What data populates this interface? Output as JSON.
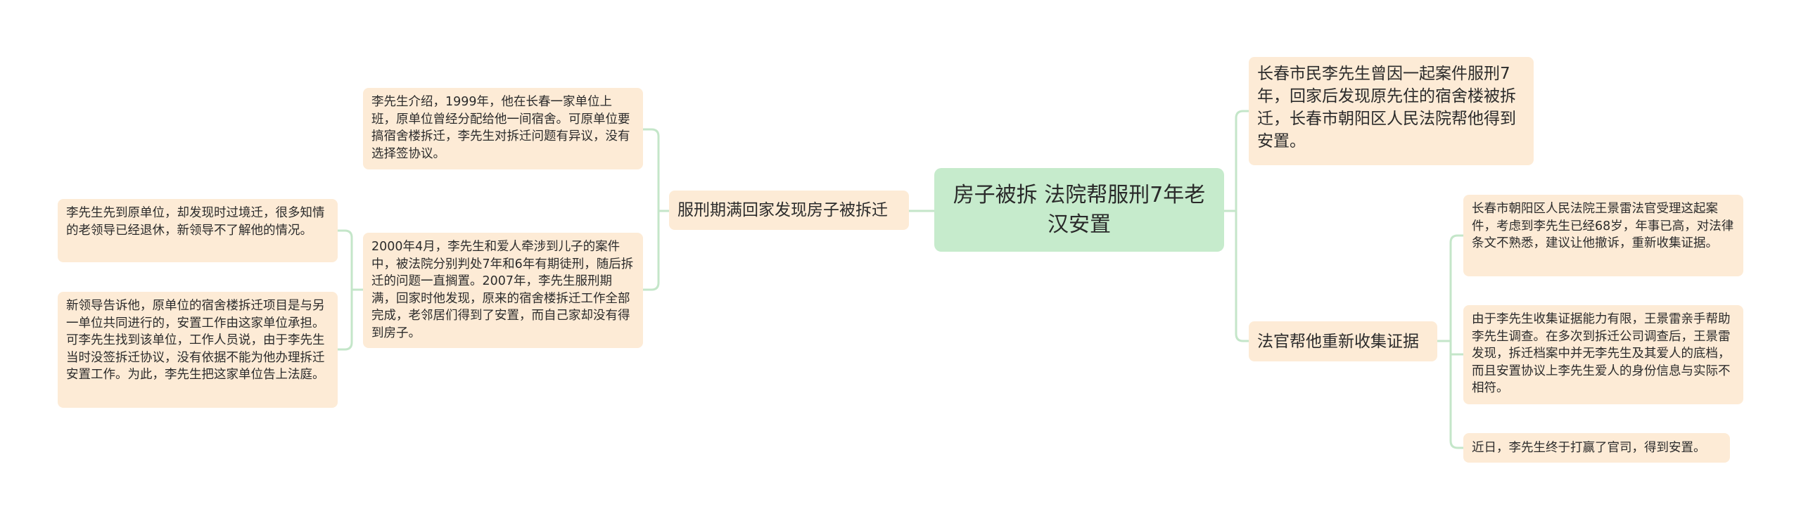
{
  "root": {
    "label": "房子被拆 法院帮服刑7年老汉安置"
  },
  "colors": {
    "root_fill": "#c6ebcc",
    "node_fill": "#fdebd6",
    "connector": "#c4e6c9"
  },
  "left": {
    "branch": {
      "label": "服刑期满回家发现房子被拆迁",
      "children": [
        {
          "text": "李先生介绍，1999年，他在长春一家单位上班，原单位曾经分配给他一间宿舍。可原单位要搞宿舍楼拆迁，李先生对拆迁问题有异议，没有选择签协议。"
        },
        {
          "text": "2000年4月，李先生和爱人牵涉到儿子的案件中，被法院分别判处7年和6年有期徒刑，随后拆迁的问题一直搁置。2007年，李先生服刑期满，回家时他发现，原来的宿舍楼拆迁工作全部完成，老邻居们得到了安置，而自己家却没有得到房子。",
          "children": [
            {
              "text": "李先生先到原单位，却发现时过境迁，很多知情的老领导已经退休，新领导不了解他的情况。"
            },
            {
              "text": "新领导告诉他，原单位的宿舍楼拆迁项目是与另一单位共同进行的，安置工作由这家单位承担。可李先生找到该单位，工作人员说，由于李先生当时没签拆迁协议，没有依据不能为他办理拆迁安置工作。为此，李先生把这家单位告上法庭。"
            }
          ]
        }
      ]
    }
  },
  "right": {
    "summary": {
      "text": "长春市民李先生曾因一起案件服刑7年，回家后发现原先住的宿舍楼被拆迁，长春市朝阳区人民法院帮他得到安置。"
    },
    "branch": {
      "label": "法官帮他重新收集证据",
      "children": [
        {
          "text": "长春市朝阳区人民法院王景雷法官受理这起案件，考虑到李先生已经68岁，年事已高，对法律条文不熟悉，建议让他撤诉，重新收集证据。"
        },
        {
          "text": "由于李先生收集证据能力有限，王景雷亲手帮助李先生调查。在多次到拆迁公司调查后，王景雷发现，拆迁档案中并无李先生及其爱人的底档，而且安置协议上李先生爱人的身份信息与实际不相符。"
        },
        {
          "text": "近日，李先生终于打赢了官司，得到安置。"
        }
      ]
    }
  }
}
